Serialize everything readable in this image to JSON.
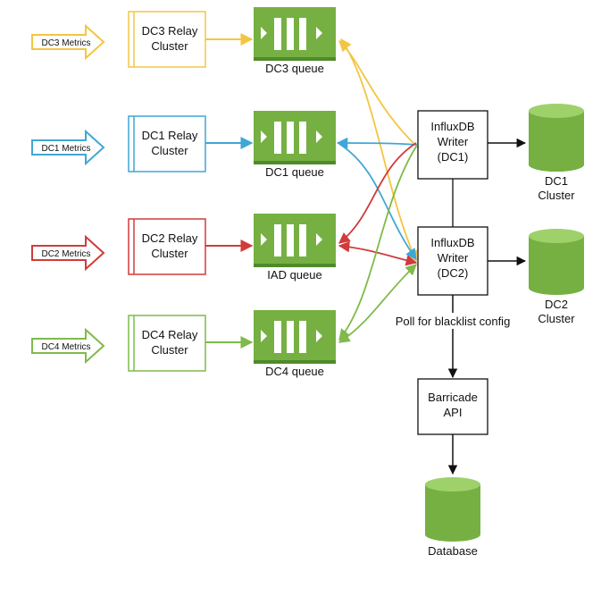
{
  "colors": {
    "dc3": "#f4c542",
    "dc1": "#3fa7d6",
    "dc2": "#d13b3b",
    "dc4": "#7fba4a",
    "green": "#76b043",
    "green_dark": "#4f8a2b",
    "green_light": "#9fd16b",
    "black": "#111111"
  },
  "metrics": {
    "dc3": "DC3 Metrics",
    "dc1": "DC1 Metrics",
    "dc2": "DC2 Metrics",
    "dc4": "DC4 Metrics"
  },
  "relays": {
    "dc3": [
      "DC3 Relay",
      "Cluster"
    ],
    "dc1": [
      "DC1 Relay",
      "Cluster"
    ],
    "dc2": [
      "DC2 Relay",
      "Cluster"
    ],
    "dc4": [
      "DC4 Relay",
      "Cluster"
    ]
  },
  "queues": {
    "dc3": "DC3 queue",
    "dc1": "DC1 queue",
    "iad": "IAD queue",
    "dc4": "DC4 queue"
  },
  "writers": {
    "dc1": [
      "InfluxDB",
      "Writer",
      "(DC1)"
    ],
    "dc2": [
      "InfluxDB",
      "Writer",
      "(DC2)"
    ]
  },
  "clusters": {
    "dc1": [
      "DC1",
      "Cluster"
    ],
    "dc2": [
      "DC2",
      "Cluster"
    ]
  },
  "poll_label": "Poll for blacklist config",
  "barricade": [
    "Barricade",
    "API"
  ],
  "database": "Database"
}
